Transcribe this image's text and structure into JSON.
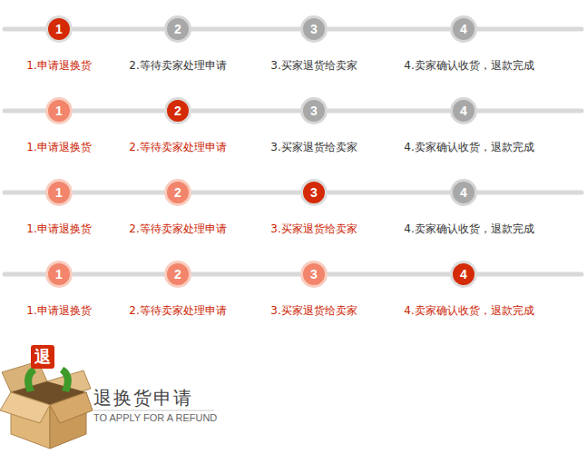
{
  "diagram": {
    "nodes": [
      {
        "text": [
          "1"
        ]
      },
      {
        "text": [
          "2"
        ]
      },
      {
        "text": [
          "3"
        ]
      },
      {
        "text": [
          "4"
        ]
      },
      {
        "text": [
          "1"
        ]
      },
      {
        "text": [
          "2"
        ]
      },
      {
        "text": [
          "3"
        ]
      },
      {
        "text": [
          "4"
        ]
      },
      {
        "text": [
          "1"
        ]
      },
      {
        "text": [
          "2"
        ]
      },
      {
        "text": [
          "3"
        ]
      },
      {
        "text": [
          "4"
        ]
      },
      {
        "text": [
          "1"
        ]
      },
      {
        "text": [
          "2"
        ]
      },
      {
        "text": [
          "3"
        ]
      },
      {
        "text": [
          "4"
        ]
      }
    ],
    "edges": [
      {
        "from": 0,
        "to": 1,
        "arrow": "none"
      },
      {
        "from": 1,
        "to": 2,
        "arrow": "none"
      },
      {
        "from": 2,
        "to": 3,
        "arrow": "none"
      },
      {
        "from": 4,
        "to": 5,
        "arrow": "none"
      },
      {
        "from": 5,
        "to": 6,
        "arrow": "none"
      },
      {
        "from": 6,
        "to": 7,
        "arrow": "none"
      },
      {
        "from": 8,
        "to": 9,
        "arrow": "none"
      },
      {
        "from": 9,
        "to": 10,
        "arrow": "none"
      },
      {
        "from": 10,
        "to": 11,
        "arrow": "none"
      },
      {
        "from": 12,
        "to": 13,
        "arrow": "none"
      },
      {
        "from": 13,
        "to": 14,
        "arrow": "none"
      },
      {
        "from": 14,
        "to": 15,
        "arrow": "none"
      }
    ],
    "labels": [
      "1.申请退换货",
      "2.等待卖家处理申请",
      "3.买家退货给卖家",
      "4.卖家确认收货，退款完成",
      "1.申请退换货",
      "2.等待卖家处理申请",
      "3.买家退货给卖家",
      "4.卖家确认收货，退款完成",
      "1.申请退换货",
      "2.等待卖家处理申请",
      "3.买家退货给卖家",
      "4.卖家确认收货，退款完成",
      "1.申请退换货",
      "2.等待卖家处理申请",
      "3.买家退货给卖家",
      "4.卖家确认收货，退款完成",
      "退",
      "退换货申请",
      "TO APPLY FOR A REFUND"
    ]
  }
}
